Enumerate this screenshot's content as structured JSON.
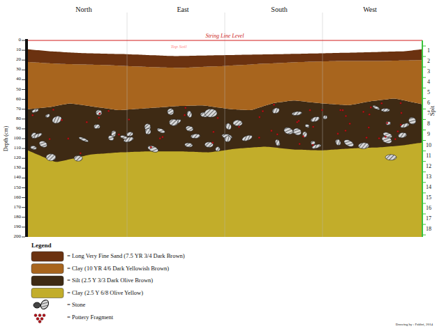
{
  "diagram": {
    "labels": [
      "North",
      "East",
      "South",
      "West",
      "String Line Level",
      "Top Soil",
      "Depth (cm)",
      "0",
      "10",
      "20",
      "30",
      "40",
      "50",
      "60",
      "70",
      "80",
      "90",
      "100",
      "110",
      "120",
      "130",
      "140",
      "150",
      "160",
      "170",
      "180",
      "190",
      "200",
      "1",
      "2",
      "3",
      "4",
      "5",
      "6",
      "7",
      "8",
      "9",
      "10",
      "11",
      "12",
      "13",
      "14",
      "15",
      "16",
      "17",
      "18",
      "Spit",
      "Legend",
      "Drawing by : Fakhri, 2014"
    ],
    "legend": [
      {
        "text": "= Long Very Fine Sand (7.5 YR 3/4 Dark Brown)",
        "color": "#6b3210"
      },
      {
        "text": "= Clay (10 YR 4/6 Dark Yellowish Brown)",
        "color": "#a8651e"
      },
      {
        "text": "= Silt (2.5 Y 3/3 Dark Olive Brown)",
        "color": "#3e2a14"
      },
      {
        "text": "= Clay (2.5 Y 6/8  Olive Yellow)",
        "color": "#c2ad2a"
      },
      {
        "text": "= Stone"
      },
      {
        "text": "= Pottery Fragment"
      }
    ]
  }
}
